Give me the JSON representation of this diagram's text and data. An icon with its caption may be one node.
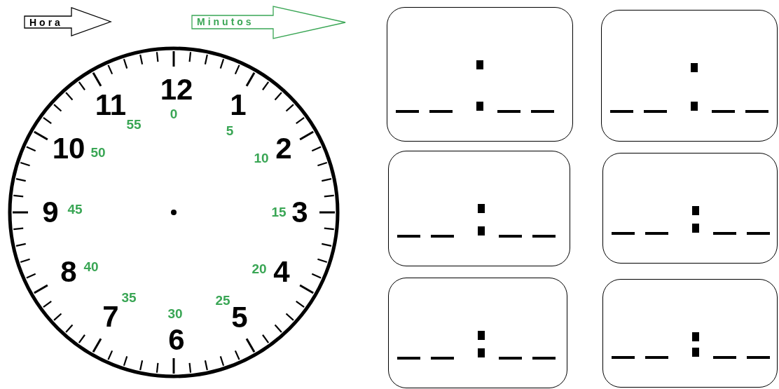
{
  "diagram": {
    "nodes": [
      {
        "text": [
          "Hora"
        ]
      },
      {
        "text": [
          "Minutos"
        ]
      },
      {
        "text": [],
        "shape": "box"
      },
      {
        "text": [],
        "shape": "box"
      },
      {
        "text": [],
        "shape": "box"
      },
      {
        "text": [],
        "shape": "box"
      },
      {
        "text": [],
        "shape": "box"
      },
      {
        "text": [],
        "shape": "box"
      }
    ],
    "edges": [],
    "labels": [
      "12",
      "1",
      "2",
      "3",
      "4",
      "5",
      "6",
      "7",
      "8",
      "9",
      "10",
      "11",
      "0",
      "5",
      "10",
      "15",
      "20",
      "25",
      "30",
      "35",
      "40",
      "45",
      "50",
      "55"
    ]
  }
}
